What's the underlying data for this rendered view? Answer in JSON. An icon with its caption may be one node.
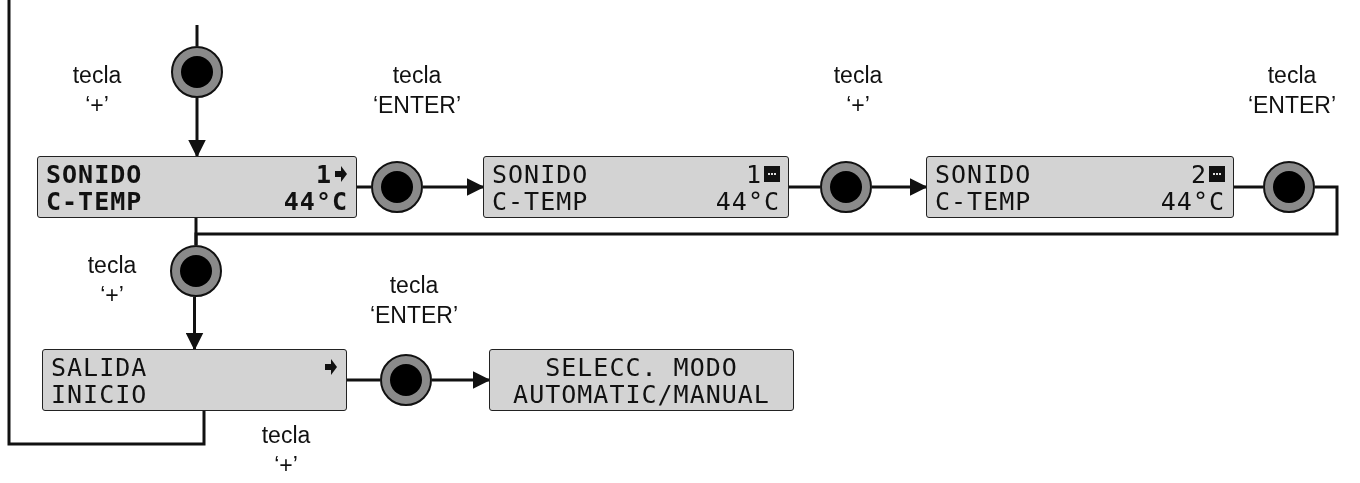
{
  "diagram": {
    "nodes": [
      {
        "text": [],
        "shape": "circle",
        "beside": [
          "tecla ‘+’"
        ]
      },
      {
        "text": [
          "SONIDO",
          "1",
          "C-TEMP",
          "44°C"
        ]
      },
      {
        "text": [],
        "shape": "circle",
        "beside": [
          "tecla ‘ENTER’"
        ]
      },
      {
        "text": [
          "SONIDO",
          "1",
          "C-TEMP",
          "44°C"
        ]
      },
      {
        "text": [],
        "shape": "circle",
        "beside": [
          "tecla ‘+’"
        ]
      },
      {
        "text": [
          "SONIDO",
          "2",
          "C-TEMP",
          "44°C"
        ]
      },
      {
        "text": [],
        "shape": "circle",
        "beside": [
          "tecla ‘ENTER’"
        ]
      },
      {
        "text": [],
        "shape": "circle",
        "beside": [
          "tecla ‘+’"
        ]
      },
      {
        "text": [
          "SALIDA",
          "INICIO"
        ]
      },
      {
        "text": [],
        "shape": "circle",
        "beside": [
          "tecla ‘ENTER’"
        ]
      },
      {
        "text": [
          "SELECC. MODO",
          "AUTOMATIC/MANUAL"
        ]
      }
    ],
    "edges": [
      {
        "from": null,
        "to": 0,
        "arrow": "none"
      },
      {
        "from": 0,
        "to": 1,
        "arrow": "to"
      },
      {
        "from": 1,
        "to": 2,
        "arrow": "none"
      },
      {
        "from": 2,
        "to": 3,
        "arrow": "to"
      },
      {
        "from": 3,
        "to": 4,
        "arrow": "none"
      },
      {
        "from": 4,
        "to": 5,
        "arrow": "to"
      },
      {
        "from": 5,
        "to": 6,
        "arrow": "none"
      },
      {
        "from": 6,
        "to": 7,
        "arrow": "none"
      },
      {
        "from": 1,
        "to": 7,
        "arrow": "none"
      },
      {
        "from": 7,
        "to": 8,
        "arrow": "to"
      },
      {
        "from": 8,
        "to": 9,
        "arrow": "none"
      },
      {
        "from": 9,
        "to": 10,
        "arrow": "to"
      },
      {
        "from": 8,
        "to": null,
        "arrow": "none"
      }
    ],
    "labels": [
      "tecla ‘+’"
    ]
  }
}
